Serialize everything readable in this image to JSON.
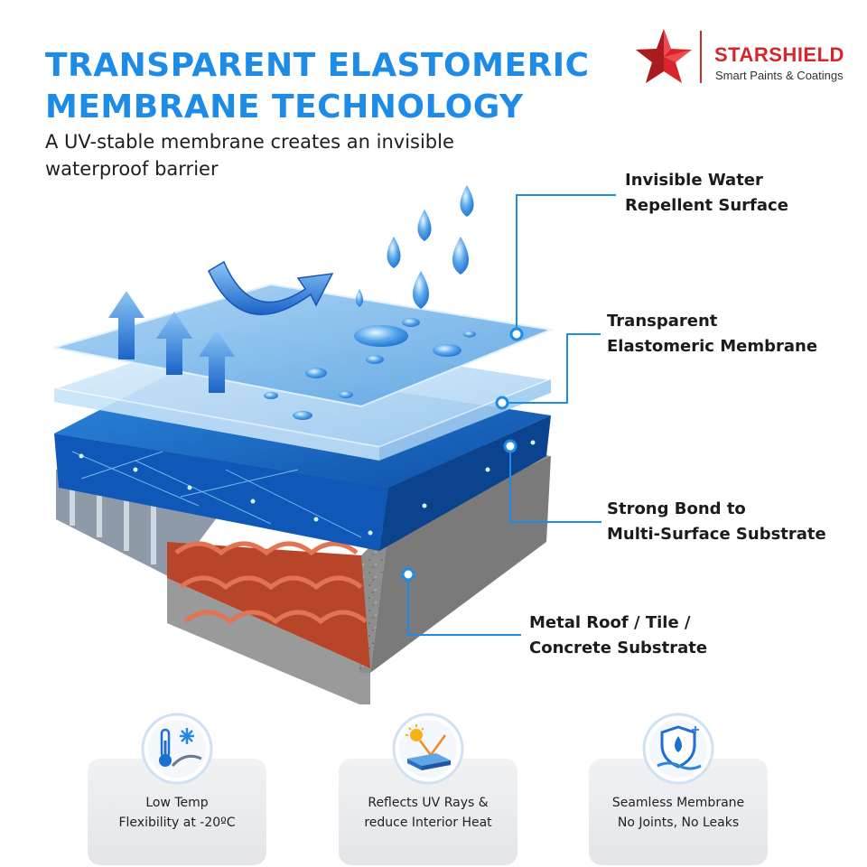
{
  "header": {
    "title_line1": "TRANSPARENT ELASTOMERIC",
    "title_line2": "MEMBRANE TECHNOLOGY",
    "subtitle": "A UV-stable membrane creates an invisible waterproof barrier"
  },
  "brand": {
    "name": "STARSHIELD",
    "tagline": "Smart Paints & Coatings",
    "color": "#d6262b"
  },
  "callouts": [
    {
      "label": "Invisible Water\nRepellent Surface"
    },
    {
      "label": "Transparent\nElastomeric Membrane"
    },
    {
      "label": "Strong Bond to\nMulti-Surface Substrate"
    },
    {
      "label": "Metal Roof / Tile /\nConcrete Substrate"
    }
  ],
  "features": [
    {
      "label": "Low Temp\nFlexibility at -20ºC",
      "icon": "thermometer-snowflake-icon"
    },
    {
      "label": "Reflects UV Rays &\nreduce Interior Heat",
      "icon": "sun-reflection-icon"
    },
    {
      "label": "Seamless Membrane\nNo Joints, No Leaks",
      "icon": "water-shield-icon"
    }
  ],
  "colors": {
    "accent": "#1e8be6",
    "membrane": "#7db9ea",
    "bond_layer": "#1565c8",
    "tile": "#c0492b",
    "concrete": "#8d8d8d",
    "metal": "#8e9aa8"
  }
}
